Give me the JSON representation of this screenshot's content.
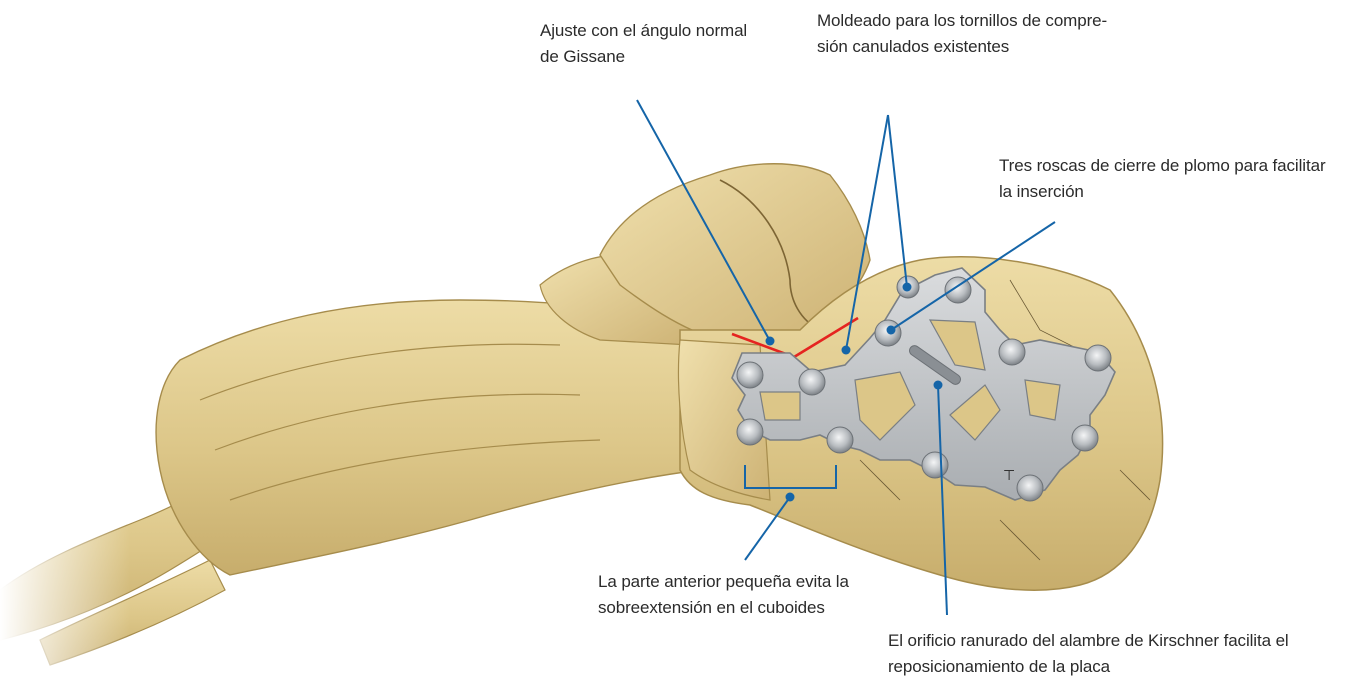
{
  "callouts": {
    "gissane": {
      "line1": "Ajuste con el ángulo normal",
      "line2": "de Gissane"
    },
    "moldeado": {
      "line1": "Moldeado para los tornillos de compre-",
      "line2": "sión canulados existentes"
    },
    "roscas": {
      "line1": "Tres roscas de cierre de plomo para facilitar",
      "line2": "la inserción"
    },
    "anterior": {
      "line1": "La parte anterior pequeña evita la",
      "line2": "sobreextensión en el cuboides"
    },
    "orificio": {
      "line1": "El orificio ranurado del alambre de Kirschner facilita el",
      "line2": "reposicionamiento de la placa"
    }
  },
  "colors": {
    "leader": "#1565a8",
    "angle": "#e52420",
    "bone": "#e2cd8f",
    "bone_dark": "#b99e58",
    "plate": "#bfc3c6",
    "text": "#2b2b2b"
  },
  "icons": {
    "logo": "plate-logo-icon"
  }
}
